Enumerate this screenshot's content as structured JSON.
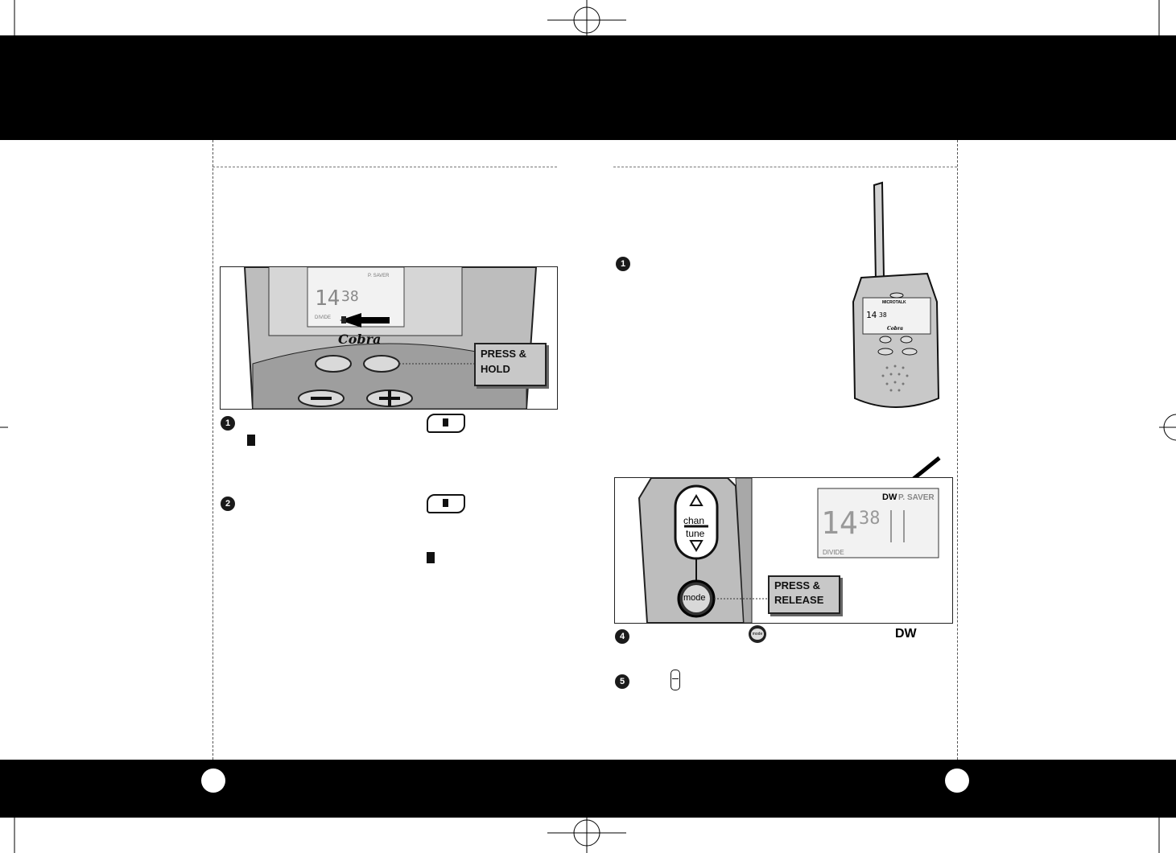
{
  "left_panel": {
    "figure": {
      "display_channel": "14",
      "display_code": "38",
      "display_mode": "P. SAVER",
      "display_status": "DIVIDE",
      "brand": "Cobra",
      "callout": [
        "PRESS &",
        "HOLD"
      ]
    },
    "steps": [
      "1",
      "2"
    ]
  },
  "right_panel": {
    "radio_illustration": {
      "model": "MICROTALK",
      "display_channel": "14",
      "display_code": "38",
      "brand": "Cobra"
    },
    "figure": {
      "chan_label": "chan",
      "tune_label": "tune",
      "mode_label": "mode",
      "display_dw": "DW",
      "display_mode": "P. SAVER",
      "display_channel": "14",
      "display_code": "38",
      "display_status": "DIVIDE",
      "callout": [
        "PRESS &",
        "RELEASE"
      ]
    },
    "steps": [
      "1",
      "4",
      "5"
    ],
    "inline_dw": "DW",
    "inline_mode": "mode"
  },
  "colors": {
    "band": "#000000",
    "lcd": "#f2f2f2",
    "body_gray": "#bdbdbd"
  }
}
